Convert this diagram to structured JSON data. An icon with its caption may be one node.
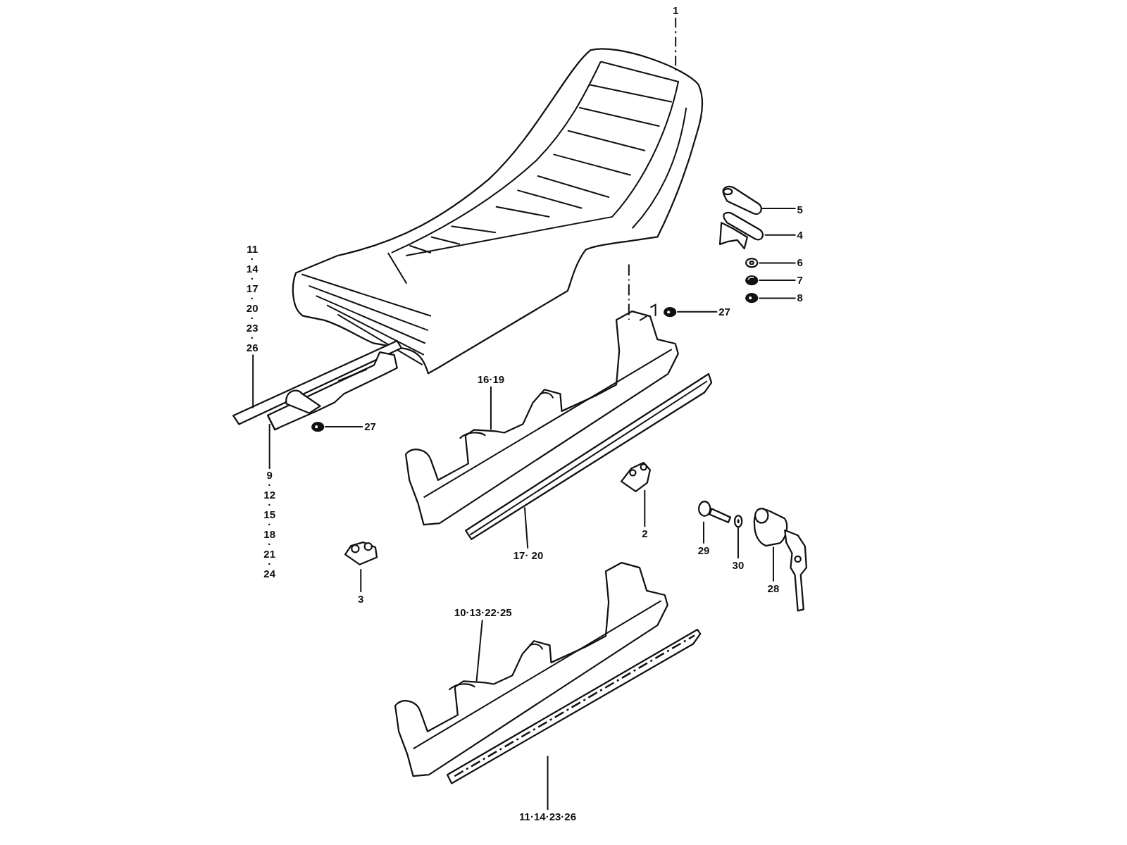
{
  "diagram": {
    "nodes": [
      {
        "text": [
          "1"
        ]
      },
      {
        "text": [],
        "shape": "picture"
      },
      {
        "text": [
          "5"
        ]
      },
      {
        "text": [],
        "shape": "picture"
      },
      {
        "text": [
          "4"
        ]
      },
      {
        "text": [],
        "shape": "picture"
      },
      {
        "text": [
          "6"
        ]
      },
      {
        "text": [],
        "shape": "picture"
      },
      {
        "text": [
          "7"
        ]
      },
      {
        "text": [],
        "shape": "picture"
      },
      {
        "text": [
          "8"
        ]
      },
      {
        "text": [],
        "shape": "picture"
      },
      {
        "text": [
          "11 · 14 · 17 · 20 · 23 · 26"
        ]
      },
      {
        "text": [],
        "shape": "picture"
      },
      {
        "text": [
          "27"
        ]
      },
      {
        "text": [],
        "shape": "picture"
      },
      {
        "text": [
          "16·19"
        ]
      },
      {
        "text": [],
        "shape": "picture"
      },
      {
        "text": [
          "27"
        ]
      },
      {
        "text": [],
        "shape": "picture"
      },
      {
        "text": [
          "9 · 12 · 15 · 18 · 21 · 24"
        ]
      },
      {
        "text": [],
        "shape": "picture"
      },
      {
        "text": [
          "2"
        ]
      },
      {
        "text": [],
        "shape": "picture"
      },
      {
        "text": [
          "17· 20"
        ]
      },
      {
        "text": [],
        "shape": "picture"
      },
      {
        "text": [
          "29"
        ]
      },
      {
        "text": [],
        "shape": "picture"
      },
      {
        "text": [
          "30"
        ]
      },
      {
        "text": [],
        "shape": "picture"
      },
      {
        "text": [
          "28"
        ]
      },
      {
        "text": [],
        "shape": "picture"
      },
      {
        "text": [
          "3"
        ]
      },
      {
        "text": [],
        "shape": "picture"
      },
      {
        "text": [
          "10·13·22·25"
        ]
      },
      {
        "text": [],
        "shape": "picture"
      },
      {
        "text": [
          "11·14·23·26"
        ]
      },
      {
        "text": [],
        "shape": "picture"
      }
    ],
    "edges": [
      {
        "from": 0,
        "to": 1,
        "arrow": "none",
        "style": "dashed"
      },
      {
        "from": 2,
        "to": 3,
        "arrow": "none"
      },
      {
        "from": 4,
        "to": 5,
        "arrow": "none"
      },
      {
        "from": 6,
        "to": 7,
        "arrow": "none"
      },
      {
        "from": 8,
        "to": 9,
        "arrow": "none"
      },
      {
        "from": 10,
        "to": 11,
        "arrow": "none"
      },
      {
        "from": 12,
        "to": 13,
        "arrow": "none"
      },
      {
        "from": 14,
        "to": 15,
        "arrow": "none"
      },
      {
        "from": 16,
        "to": 17,
        "arrow": "none"
      },
      {
        "from": 18,
        "to": 19,
        "arrow": "none"
      },
      {
        "from": 20,
        "to": 21,
        "arrow": "none"
      },
      {
        "from": 22,
        "to": 23,
        "arrow": "none"
      },
      {
        "from": 24,
        "to": 25,
        "arrow": "none"
      },
      {
        "from": 26,
        "to": 27,
        "arrow": "none"
      },
      {
        "from": 28,
        "to": 29,
        "arrow": "none"
      },
      {
        "from": 30,
        "to": 31,
        "arrow": "none"
      },
      {
        "from": 32,
        "to": 33,
        "arrow": "none"
      },
      {
        "from": 34,
        "to": 35,
        "arrow": "none"
      },
      {
        "from": 36,
        "to": 37,
        "arrow": "none"
      }
    ]
  }
}
